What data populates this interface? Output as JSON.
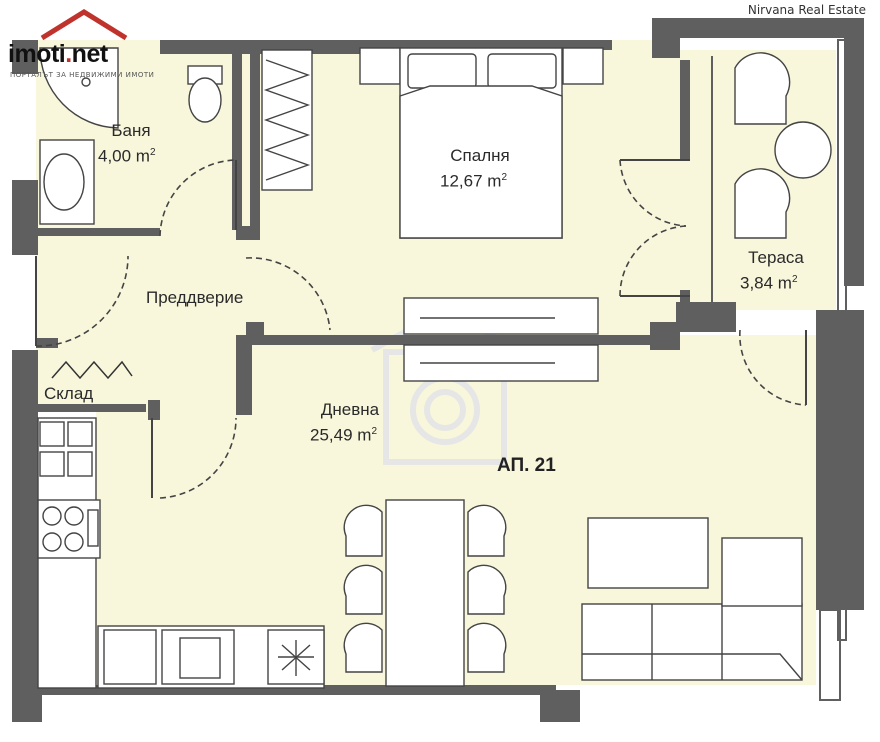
{
  "branding": {
    "logo_name": "imoti",
    "logo_suffix": "net",
    "tagline": "ПОРТАЛЪТ ЗА НЕДВИЖИМИ ИМОТИ",
    "credit": "Nirvana Real Estate"
  },
  "apartment": {
    "label": "АП. 21"
  },
  "rooms": {
    "bathroom": {
      "name": "Баня",
      "area": "4,00 m",
      "unit_exp": "2"
    },
    "bedroom": {
      "name": "Спалня",
      "area": "12,67 m",
      "unit_exp": "2"
    },
    "terrace": {
      "name": "Тераса",
      "area": "3,84 m",
      "unit_exp": "2"
    },
    "hallway": {
      "name": "Преддверие"
    },
    "storage": {
      "name": "Склад"
    },
    "living": {
      "name": "Дневна",
      "area": "25,49 m",
      "unit_exp": "2"
    }
  },
  "colors": {
    "floor": "#f8f7dc",
    "wall": "#5f5f5f",
    "line": "#444444",
    "watermark": "#e4e4e4",
    "logo_accent": "#c0332d"
  }
}
